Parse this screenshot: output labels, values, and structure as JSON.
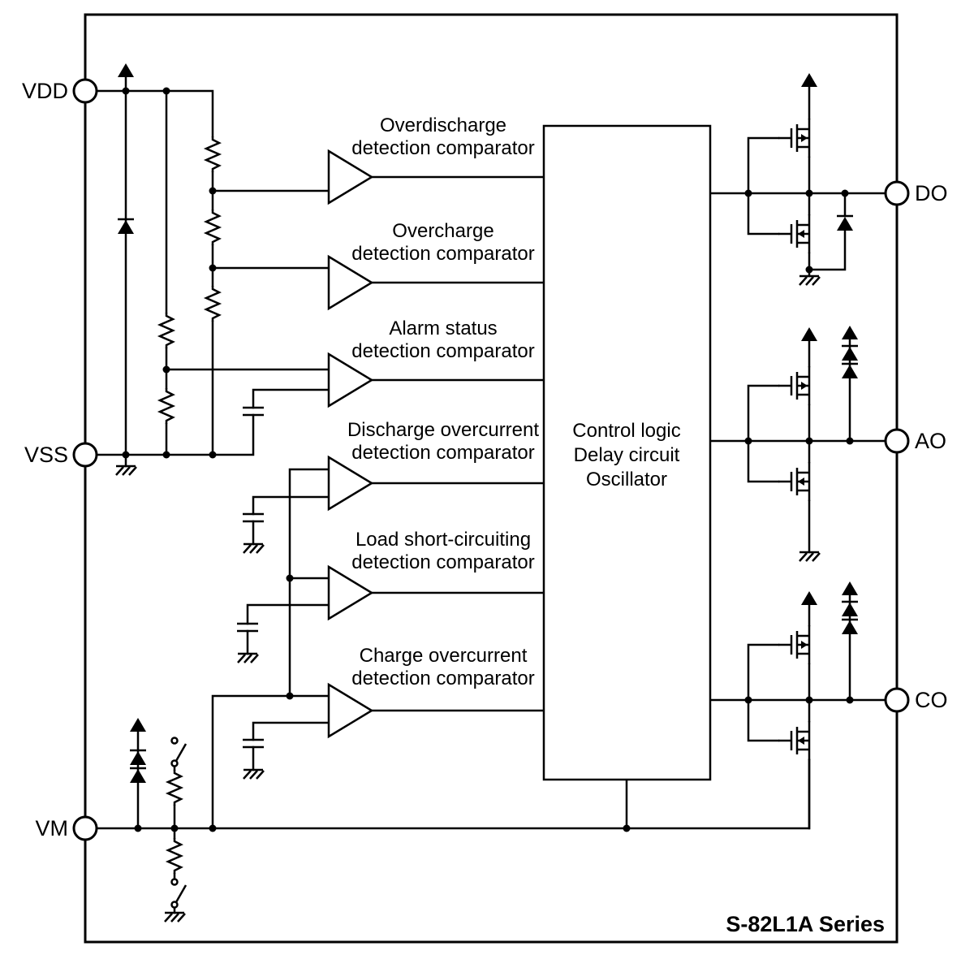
{
  "diagram": {
    "title": "S-82L1A Series",
    "pins": {
      "vdd": "VDD",
      "vss": "VSS",
      "vm": "VM",
      "do": "DO",
      "ao": "AO",
      "co": "CO"
    },
    "comparators": [
      {
        "line1": "Overdischarge",
        "line2": "detection comparator"
      },
      {
        "line1": "Overcharge",
        "line2": "detection comparator"
      },
      {
        "line1": "Alarm status",
        "line2": "detection comparator"
      },
      {
        "line1": "Discharge overcurrent",
        "line2": "detection comparator"
      },
      {
        "line1": "Load short-circuiting",
        "line2": "detection comparator"
      },
      {
        "line1": "Charge overcurrent",
        "line2": "detection comparator"
      }
    ],
    "control_block": {
      "line1": "Control logic",
      "line2": "Delay circuit",
      "line3": "Oscillator"
    },
    "colors": {
      "line": "#000000",
      "background": "#ffffff"
    }
  }
}
